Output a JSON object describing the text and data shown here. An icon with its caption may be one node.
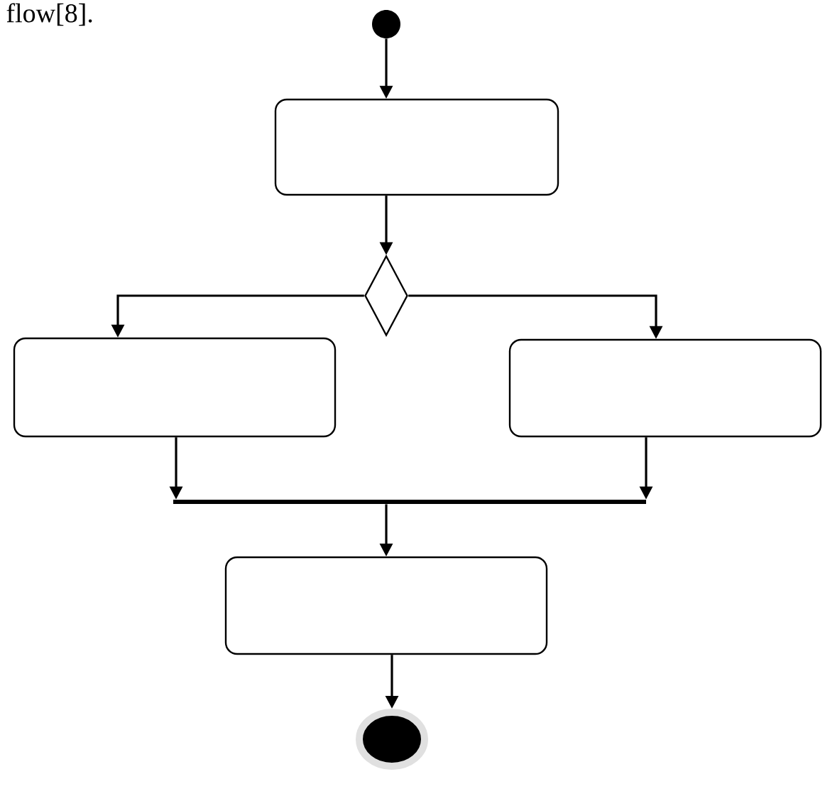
{
  "diagram": {
    "nodes": [
      {
        "text": [],
        "shape": "circle"
      },
      {
        "text": [],
        "shape": "box"
      },
      {
        "text": [],
        "shape": "diamond"
      },
      {
        "text": [],
        "shape": "box"
      },
      {
        "text": [],
        "shape": "box"
      },
      {
        "text": [],
        "shape": "bar"
      },
      {
        "text": [],
        "shape": "box"
      },
      {
        "text": [],
        "shape": "bullseye"
      }
    ],
    "edges": [
      {
        "from": 0,
        "to": 1,
        "arrow": "to"
      },
      {
        "from": 1,
        "to": 2,
        "arrow": "to"
      },
      {
        "from": 2,
        "to": 3,
        "arrow": "to"
      },
      {
        "from": 2,
        "to": 4,
        "arrow": "to"
      },
      {
        "from": 3,
        "to": 5,
        "arrow": "to"
      },
      {
        "from": 4,
        "to": 5,
        "arrow": "to"
      },
      {
        "from": 5,
        "to": 6,
        "arrow": "to"
      },
      {
        "from": 6,
        "to": 7,
        "arrow": "to"
      }
    ],
    "labels": [
      "flow[8]."
    ]
  }
}
